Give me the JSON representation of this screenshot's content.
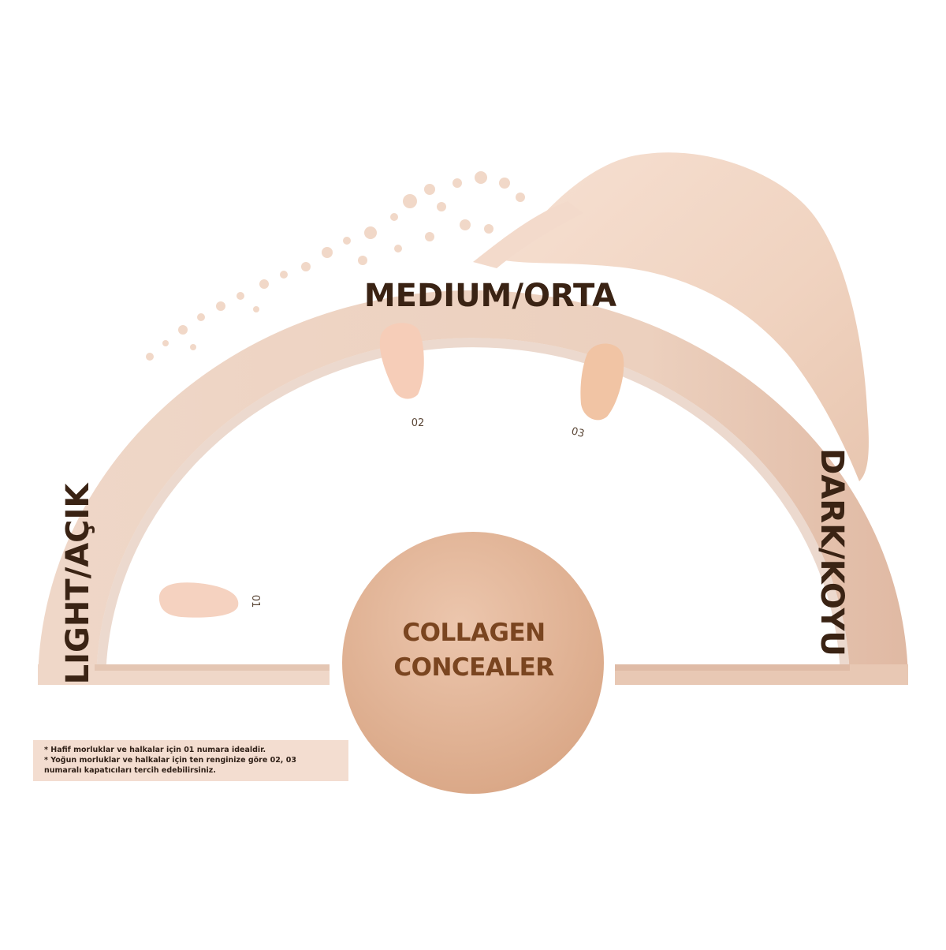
{
  "arc": {
    "left_label": "LIGHT/AÇIK",
    "top_label": "MEDIUM/ORTA",
    "right_label": "DARK/KOYU"
  },
  "swatches": [
    {
      "label": "01",
      "color": "#f5d2c0"
    },
    {
      "label": "02",
      "color": "#f6cdb8"
    },
    {
      "label": "03",
      "color": "#f1c4a4"
    }
  ],
  "center": {
    "line1": "COLLAGEN",
    "line2": "CONCEALER"
  },
  "notes": {
    "line1": "* Hafif morluklar ve halkalar için 01 numara idealdir.",
    "line2": "* Yoğun morluklar ve halkalar için ten renginize göre 02, 03",
    "line3": "numaralı kapatıcıları tercih edebilirsiniz."
  },
  "colors": {
    "arc": "#efd6c6",
    "arc_shadow": "#dcb8a2",
    "circle": "#e3b598",
    "text_dark": "#3a2314",
    "text_brown": "#7a4520",
    "smear": "#f1d6c4"
  }
}
